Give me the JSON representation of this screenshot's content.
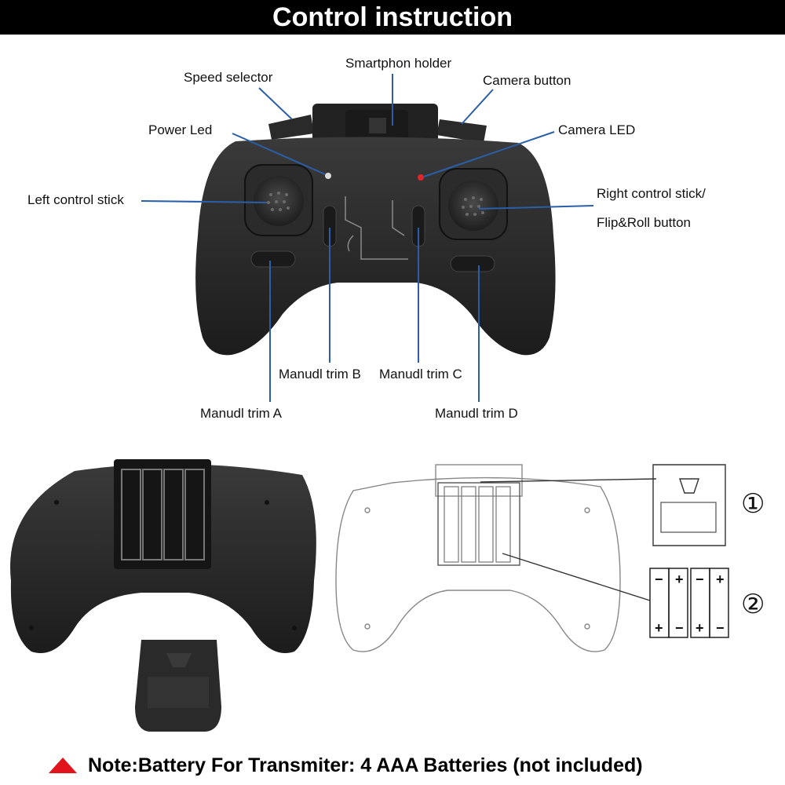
{
  "header": {
    "title": "Control instruction"
  },
  "callouts": {
    "speed_selector": "Speed selector",
    "smartphone_holder": "Smartphon holder",
    "camera_button": "Camera button",
    "power_led": "Power Led",
    "camera_led": "Camera LED",
    "left_stick": "Left control stick",
    "right_stick_line1": "Right control stick/",
    "right_stick_line2": "Flip&Roll button",
    "trim_a": "Manudl trim A",
    "trim_b": "Manudl trim B",
    "trim_c": "Manudl trim C",
    "trim_d": "Manudl trim D"
  },
  "battery_diagram": {
    "step1": "①",
    "step2": "②",
    "plus": "+",
    "minus": "−"
  },
  "note": {
    "icon": "warning-triangle-icon",
    "text": "Note:Battery For Transmiter: 4 AAA Batteries (not included)"
  },
  "colors": {
    "header_bg": "#000000",
    "callout_line": "#2a5fa8",
    "note_triangle": "#e1141b",
    "camera_led": "#e0262b"
  }
}
